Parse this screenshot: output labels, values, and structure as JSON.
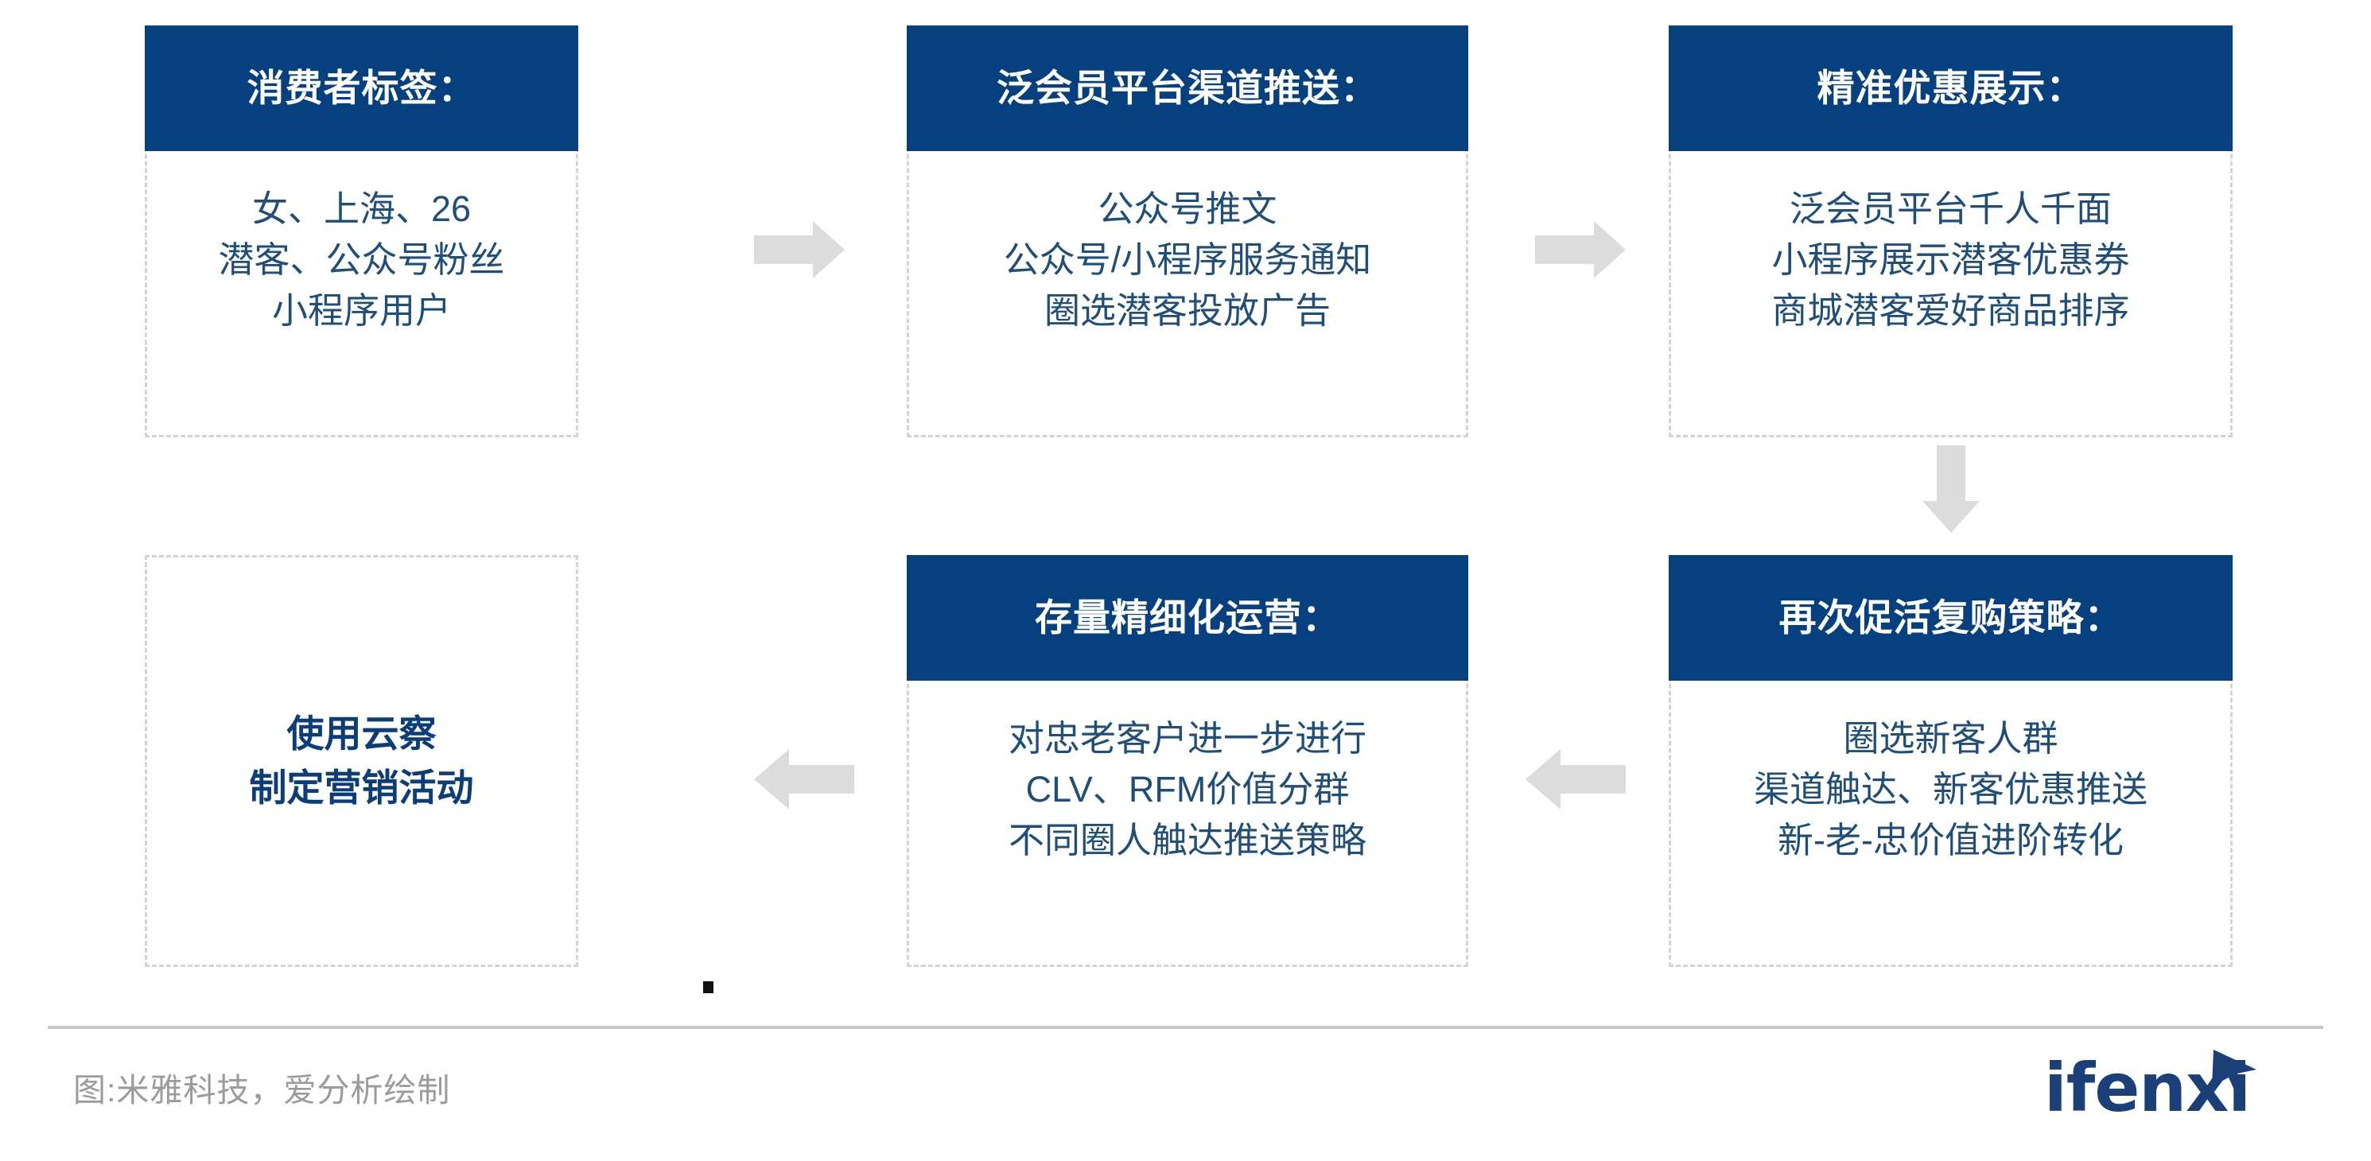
{
  "colors": {
    "header_blue": "#06407f",
    "body_text_blue": "#1f4e79",
    "terminal_text_blue": "#0b3d7a",
    "box_border_gray": "#d4d4d4",
    "arrow_gray": "#dcdcdc",
    "footer_text_gray": "#9b9b9b",
    "divider_gray": "#c8c8c8",
    "logo_blue": "#1b3f78",
    "background": "#ffffff"
  },
  "diagram": {
    "type": "process-flow",
    "boxes": [
      {
        "id": "consumer-tags",
        "header": "消费者标签：",
        "has_header": true,
        "lines": [
          "女、上海、26",
          "潜客、公众号粉丝",
          "小程序用户"
        ]
      },
      {
        "id": "membership-channel-push",
        "header": "泛会员平台渠道推送：",
        "has_header": true,
        "lines": [
          "公众号推文",
          "公众号/小程序服务通知",
          "圈选潜客投放广告"
        ]
      },
      {
        "id": "precise-promotion-display",
        "header": "精准优惠展示：",
        "has_header": true,
        "lines": [
          "泛会员平台千人千面",
          "小程序展示潜客优惠券",
          "商城潜客爱好商品排序"
        ]
      },
      {
        "id": "repurchase-reactivation-strategy",
        "header": "再次促活复购策略：",
        "has_header": true,
        "lines": [
          "圈选新客人群",
          "渠道触达、新客优惠推送",
          "新-老-忠价值进阶转化"
        ]
      },
      {
        "id": "stock-refined-operation",
        "header": "存量精细化运营：",
        "has_header": true,
        "lines": [
          "对忠老客户进一步进行",
          "CLV、RFM价值分群",
          "不同圈人触达推送策略"
        ]
      },
      {
        "id": "use-yuncha-plan-campaign",
        "header": "",
        "has_header": false,
        "lines": [
          "使用云察",
          "制定营销活动"
        ]
      }
    ],
    "arrows": [
      {
        "id": "arrow-1",
        "direction": "right",
        "from": "consumer-tags",
        "to": "membership-channel-push"
      },
      {
        "id": "arrow-2",
        "direction": "right",
        "from": "membership-channel-push",
        "to": "precise-promotion-display"
      },
      {
        "id": "arrow-3",
        "direction": "down",
        "from": "precise-promotion-display",
        "to": "repurchase-reactivation-strategy"
      },
      {
        "id": "arrow-4",
        "direction": "left",
        "from": "repurchase-reactivation-strategy",
        "to": "stock-refined-operation"
      },
      {
        "id": "arrow-5",
        "direction": "left",
        "from": "stock-refined-operation",
        "to": "use-yuncha-plan-campaign"
      }
    ]
  },
  "footer": {
    "source_note": "图:米雅科技，爱分析绘制",
    "logo_text": "ifenxi"
  }
}
